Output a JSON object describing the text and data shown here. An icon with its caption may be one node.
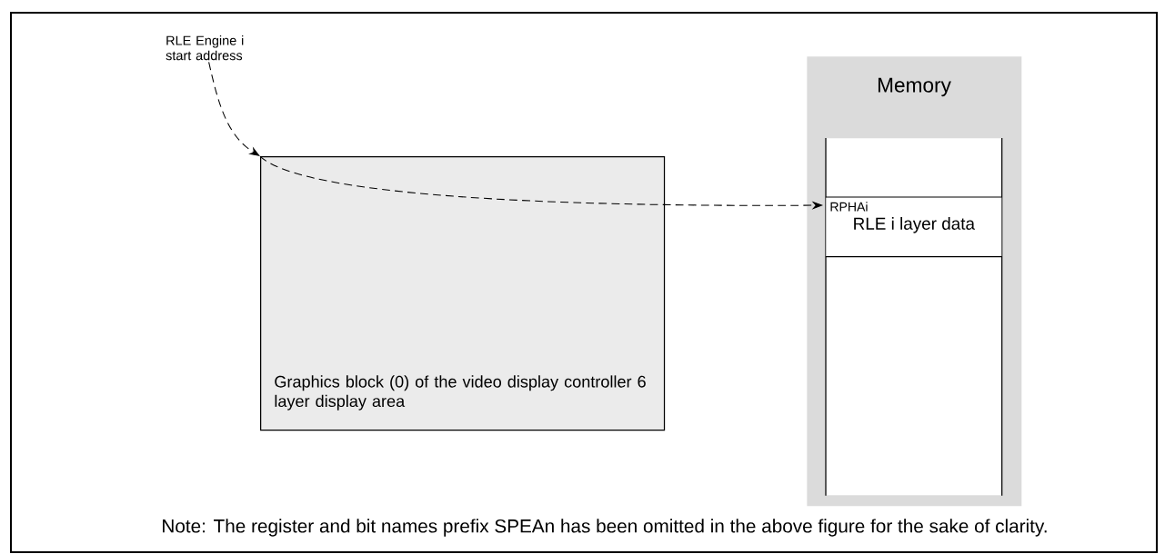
{
  "diagram": {
    "nodes": [
      {
        "text": [
          "RLE Engine i start address"
        ]
      },
      {
        "text": [
          "Graphics block (0) of the video display controller 6 layer display area"
        ]
      },
      {
        "text": [
          "Memory"
        ]
      },
      {
        "text": [],
        "shape": "box",
        "in": 2
      },
      {
        "text": [
          "RPHAi",
          "RLE i layer data"
        ],
        "in": 3
      }
    ],
    "edges": [
      {
        "from": 0,
        "to": 1,
        "arrow": "to",
        "style": "dashed"
      },
      {
        "from": 1,
        "to": 4,
        "arrow": "to",
        "style": "dashed"
      }
    ],
    "labels": [
      "Note: The register and bit names prefix SPEAn has been omitted in the above figure for the sake of clarity."
    ]
  }
}
